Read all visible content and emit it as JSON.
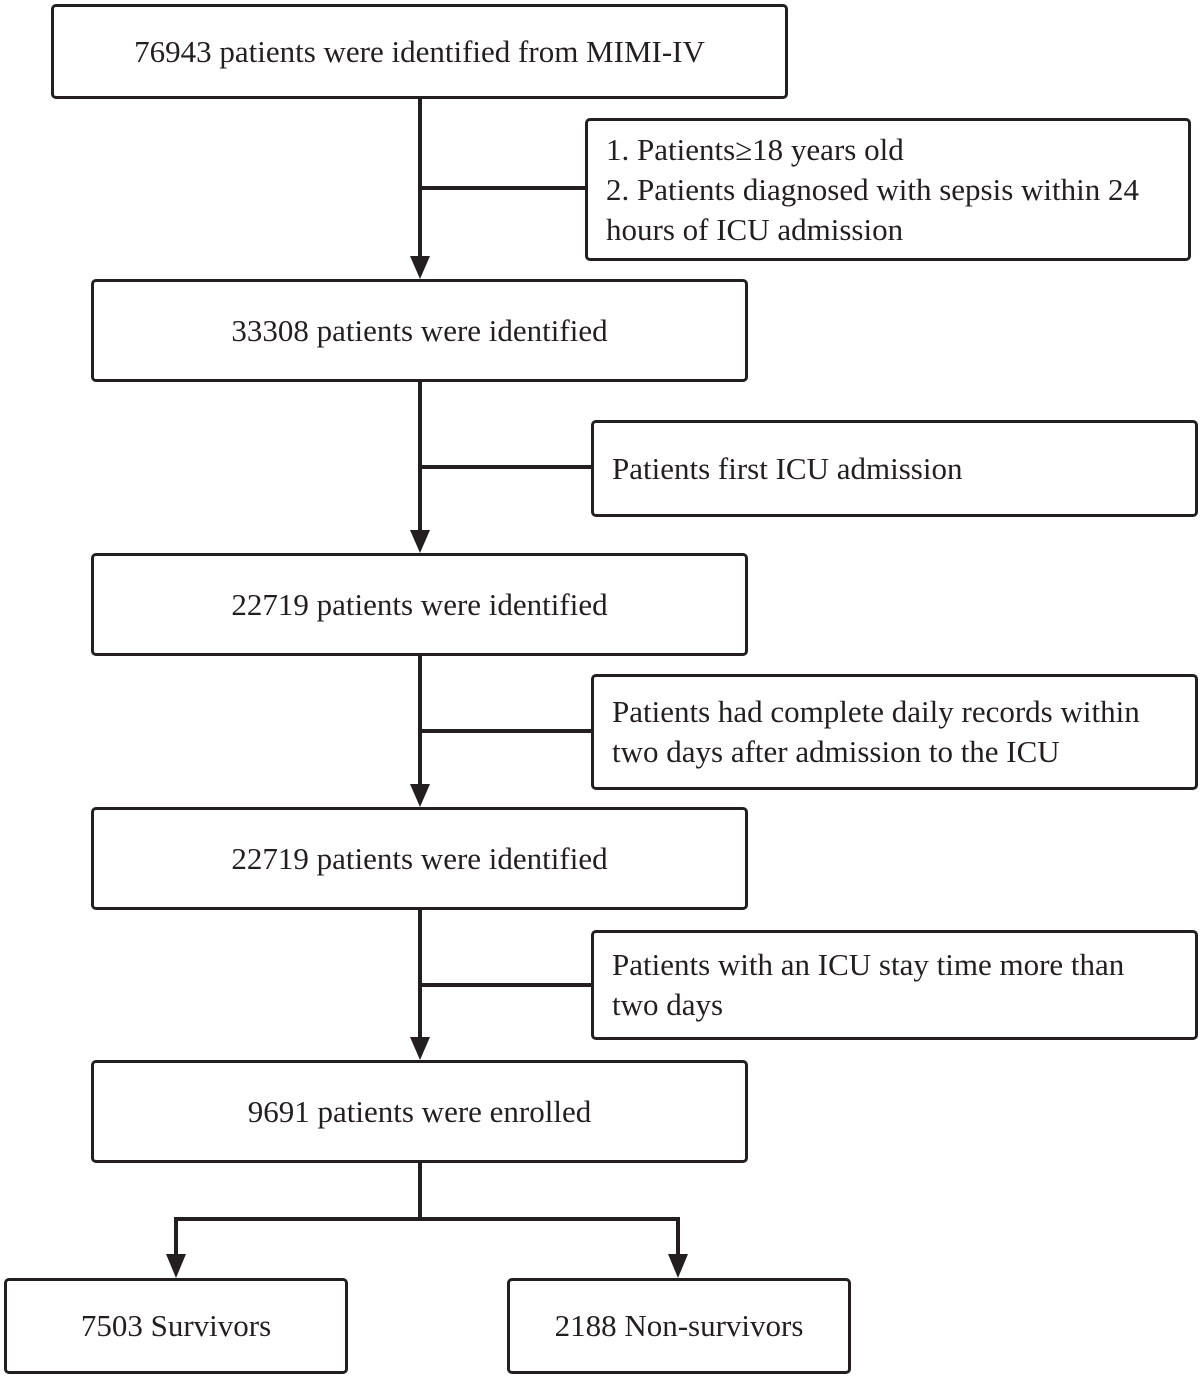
{
  "nodes": {
    "identified_mimic": "76943 patients were identified from MIMI-IV",
    "identified_1": "33308 patients were identified",
    "identified_2": "22719 patients were identified",
    "identified_3": "22719 patients were identified",
    "enrolled": "9691 patients were enrolled",
    "survivors": "7503 Survivors",
    "non_survivors": "2188 Non-survivors"
  },
  "criteria": {
    "step_1": [
      "1. Patients≥18 years old",
      "2. Patients diagnosed with sepsis within 24",
      "hours of ICU admission"
    ],
    "step_2": [
      "Patients first ICU admission"
    ],
    "step_3": [
      "Patients had complete daily records within",
      "two days after admission to the ICU"
    ],
    "step_4": [
      "Patients with an ICU stay time more than",
      "two days"
    ]
  },
  "colors": {
    "line": "#231f20",
    "background": "#ffffff"
  }
}
